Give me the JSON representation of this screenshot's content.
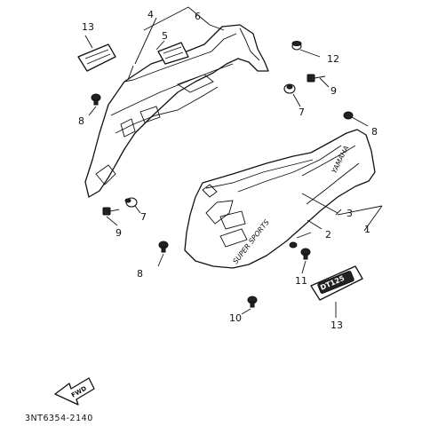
{
  "callouts": {
    "n1": "1",
    "n2": "2",
    "n3": "3",
    "n4": "4",
    "n5": "5",
    "n6": "6",
    "n7a": "7",
    "n7b": "7",
    "n8a": "8",
    "n8b": "8",
    "n8c": "8",
    "n9a": "9",
    "n9b": "9",
    "n10": "10",
    "n11": "11",
    "n12": "12",
    "n13a": "13",
    "n13b": "13"
  },
  "decal": {
    "super_sports": "SUPER SPORTS",
    "brand": "YAMAHA",
    "emblem": "DT125"
  },
  "fwd_label": "FWD",
  "caption": "3NT6354-2140"
}
